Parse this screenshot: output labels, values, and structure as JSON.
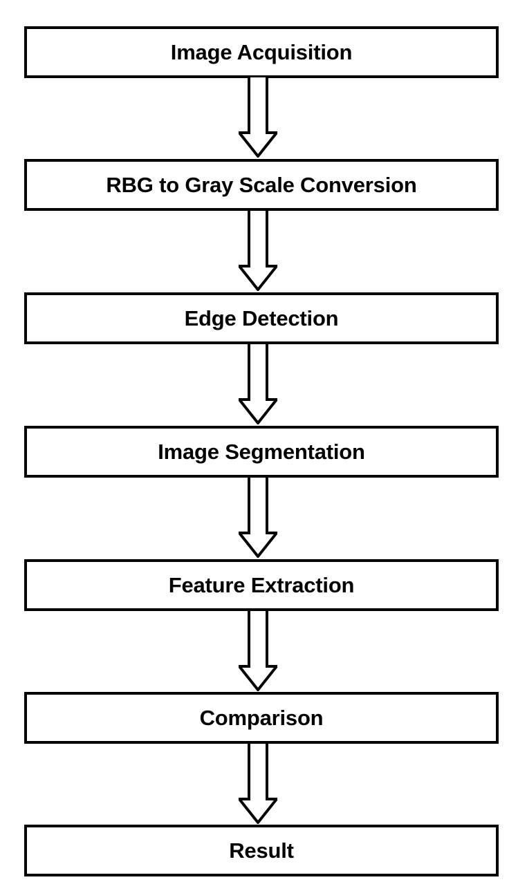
{
  "diagram": {
    "title": "Image Processing Pipeline Flowchart",
    "background_color": "#ffffff",
    "line_color": "#000000",
    "text_color": "#000000",
    "nodes": [
      {
        "id": "image-acquisition",
        "label": "Image Acquisition"
      },
      {
        "id": "rbg-to-gray-scale",
        "label": "RBG to Gray Scale Conversion"
      },
      {
        "id": "edge-detection",
        "label": "Edge Detection"
      },
      {
        "id": "image-segmentation",
        "label": "Image Segmentation"
      },
      {
        "id": "feature-extraction",
        "label": "Feature Extraction"
      },
      {
        "id": "comparison",
        "label": "Comparison"
      },
      {
        "id": "result",
        "label": "Result"
      }
    ],
    "connectors": [
      {
        "from": "image-acquisition",
        "to": "rbg-to-gray-scale",
        "shape": "block-arrow-down"
      },
      {
        "from": "rbg-to-gray-scale",
        "to": "edge-detection",
        "shape": "block-arrow-down"
      },
      {
        "from": "edge-detection",
        "to": "image-segmentation",
        "shape": "block-arrow-down"
      },
      {
        "from": "image-segmentation",
        "to": "feature-extraction",
        "shape": "block-arrow-down"
      },
      {
        "from": "feature-extraction",
        "to": "comparison",
        "shape": "block-arrow-down"
      },
      {
        "from": "comparison",
        "to": "result",
        "shape": "block-arrow-down"
      }
    ]
  }
}
